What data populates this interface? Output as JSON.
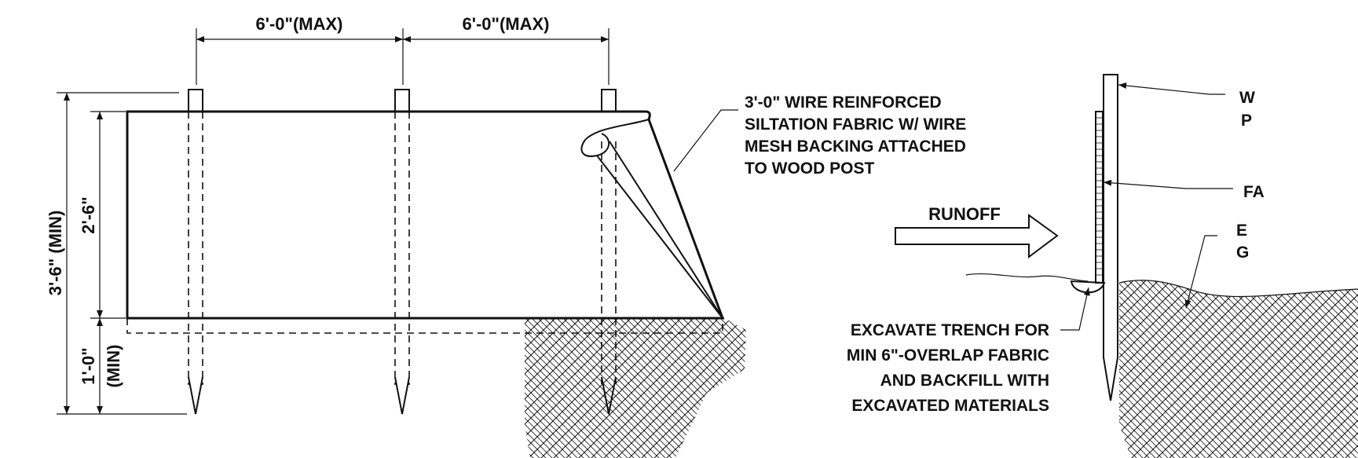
{
  "dimensions": {
    "spacing_left": "6'-0\"(MAX)",
    "spacing_right": "6'-0\"(MAX)",
    "total_height": "3'-6\" (MIN)",
    "fabric_height": "2'-6\"",
    "embed_depth_line1": "1'-0\"",
    "embed_depth_line2": "(MIN)"
  },
  "notes": {
    "fabric": [
      "3'-0\" WIRE REINFORCED",
      "SILTATION FABRIC W/ WIRE",
      "MESH BACKING ATTACHED",
      "TO WOOD POST"
    ],
    "runoff": "RUNOFF",
    "trench": [
      "EXCAVATE TRENCH FOR",
      "MIN 6\"-OVERLAP FABRIC",
      "AND BACKFILL WITH",
      "EXCAVATED MATERIALS"
    ],
    "post_partial": [
      "W",
      "P"
    ],
    "fabric_partial": "FA",
    "ground_partial": [
      "E",
      "G"
    ]
  },
  "colors": {
    "line": "#111111",
    "background": "#ffffff"
  }
}
